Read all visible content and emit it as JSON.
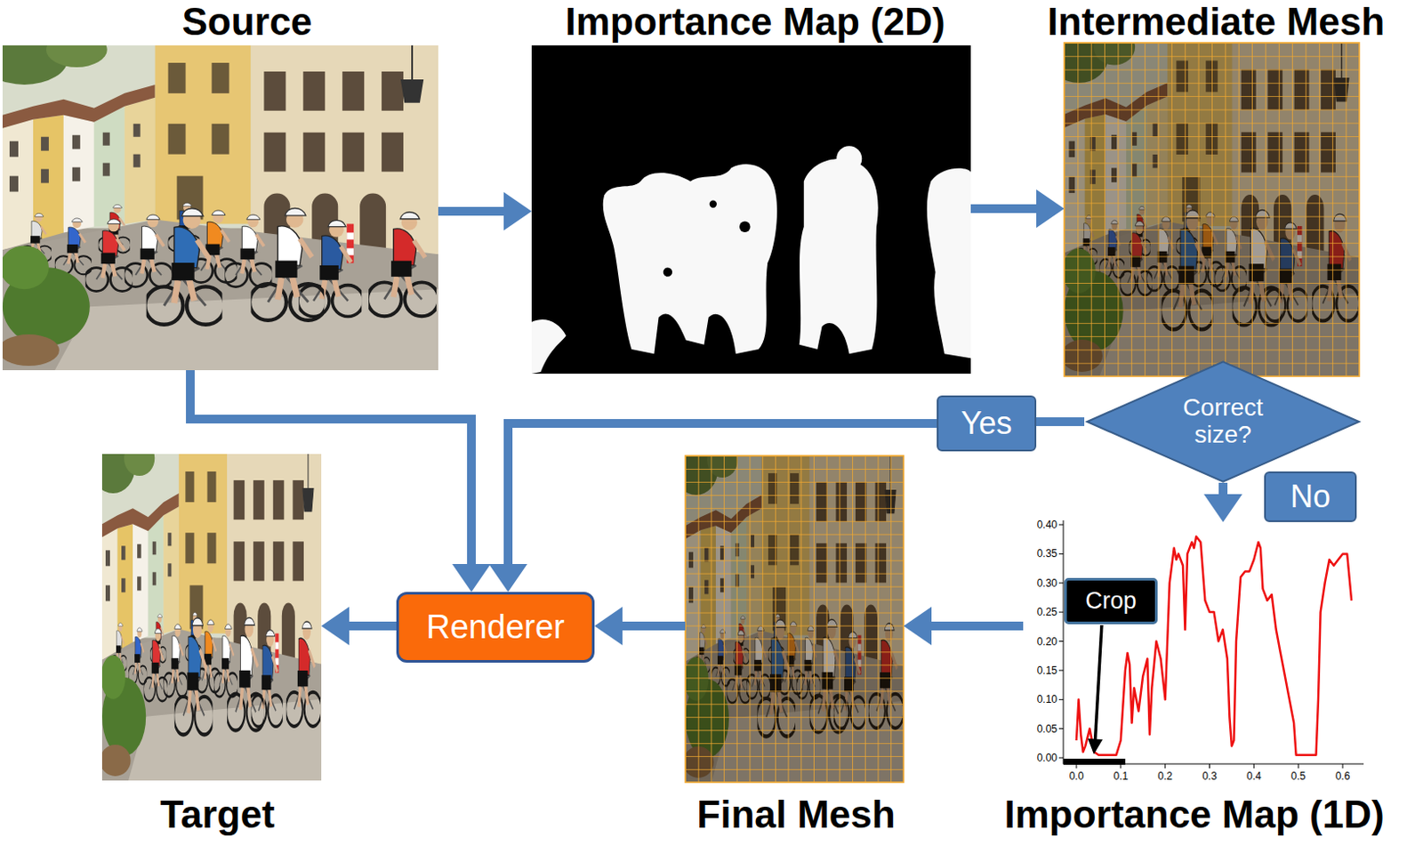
{
  "diagram": {
    "nodes": [
      {
        "text": [
          "Source"
        ]
      },
      {
        "text": [
          "Importance Map (2D)"
        ]
      },
      {
        "text": [
          "Intermediate Mesh"
        ]
      },
      {
        "text": [
          "Correct size?"
        ]
      },
      {
        "text": [
          "Yes"
        ]
      },
      {
        "text": [
          "No"
        ]
      },
      {
        "text": [
          "Importance Map (1D)"
        ]
      },
      {
        "text": [
          "Crop"
        ],
        "in": 6
      },
      {
        "text": [
          "Final Mesh"
        ]
      },
      {
        "text": [
          "Renderer"
        ]
      },
      {
        "text": [
          "Target"
        ]
      }
    ],
    "edges": [
      {
        "from": 0,
        "to": 1,
        "arrow": "to"
      },
      {
        "from": 1,
        "to": 2,
        "arrow": "to"
      },
      {
        "from": 3,
        "to": 4,
        "arrow": "none"
      },
      {
        "from": 4,
        "to": 9,
        "arrow": "to"
      },
      {
        "from": 3,
        "to": 6,
        "arrow": "to"
      },
      {
        "from": 6,
        "to": 8,
        "arrow": "to"
      },
      {
        "from": 8,
        "to": 9,
        "arrow": "to"
      },
      {
        "from": 0,
        "to": 9,
        "arrow": "to"
      },
      {
        "from": 9,
        "to": 10,
        "arrow": "to"
      }
    ],
    "labels": [
      "0.40",
      "0.35",
      "0.30",
      "0.25",
      "0.20",
      "0.15",
      "0.10",
      "0.05",
      "0.00",
      "0.0",
      "0.1",
      "0.2",
      "0.3",
      "0.4",
      "0.5",
      "0.6"
    ]
  }
}
